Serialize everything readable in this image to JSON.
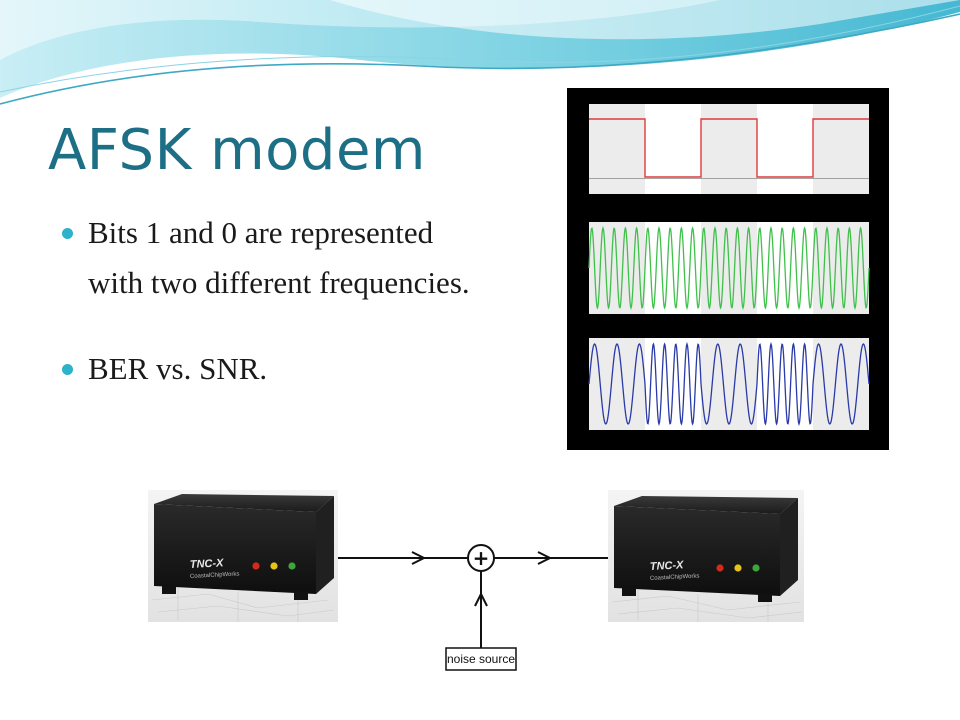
{
  "slide": {
    "title": "AFSK modem",
    "bullets": [
      {
        "lines": [
          "Bits 1 and 0 are represented",
          "with two different frequencies."
        ]
      },
      {
        "lines": [
          "BER vs. SNR."
        ]
      }
    ]
  },
  "diagram": {
    "transmitter_label": "TNC-X",
    "transmitter_sublabel": "CoastalChipWorks",
    "receiver_label": "TNC-X",
    "receiver_sublabel": "CoastalChipWorks",
    "adder_symbol": "+",
    "noise_label": "noise source",
    "led_colors": [
      "#d42a1c",
      "#e7c21a",
      "#3da63a"
    ]
  },
  "waveforms": {
    "bit_pattern": [
      1,
      0,
      1,
      0,
      1
    ],
    "square_color": "#e03a3a",
    "carrier_color": "#3fc14b",
    "fsk_color": "#2a3aa8",
    "mark_cycles_per_bit": 2.5,
    "space_cycles_per_bit": 5,
    "carrier_cycles_per_bit": 5
  },
  "theme": {
    "title_color": "#1d6f86",
    "bullet_color": "#2cb3c9"
  }
}
